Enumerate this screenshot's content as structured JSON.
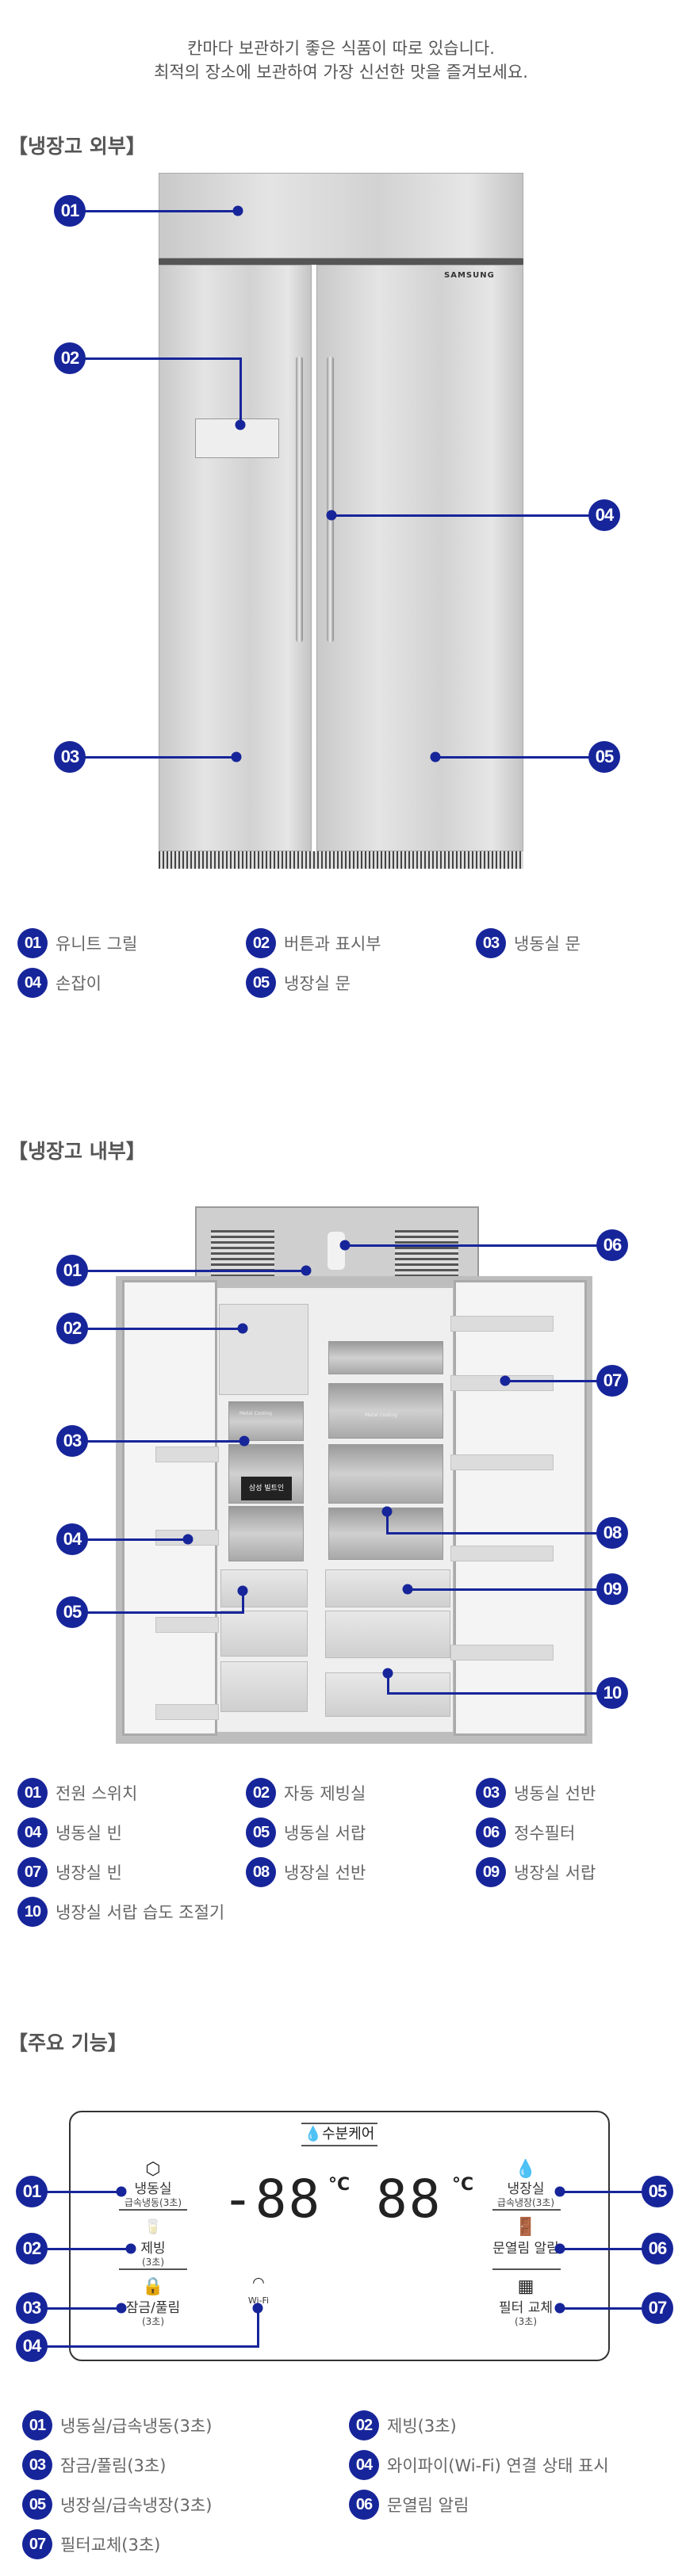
{
  "intro": {
    "line1": "칸마다 보관하기 좋은 식품이 따로 있습니다.",
    "line2": "최적의 장소에 보관하여 가장 신선한 맛을 즐겨보세요."
  },
  "exterior": {
    "title": "【냉장고 외부】",
    "brand": "SAMSUNG",
    "callouts": [
      "01",
      "02",
      "03",
      "04",
      "05"
    ],
    "legend": [
      {
        "num": "01",
        "label": "유니트 그릴"
      },
      {
        "num": "02",
        "label": "버튼과 표시부"
      },
      {
        "num": "03",
        "label": "냉동실 문"
      },
      {
        "num": "04",
        "label": "손잡이"
      },
      {
        "num": "05",
        "label": "냉장실 문"
      }
    ]
  },
  "interior": {
    "title": "【냉장고 내부】",
    "badge": "삼성 빌트인",
    "metal_label": "Metal Cooling",
    "callouts": [
      "01",
      "02",
      "03",
      "04",
      "05",
      "06",
      "07",
      "08",
      "09",
      "10"
    ],
    "legend": [
      {
        "num": "01",
        "label": "전원 스위치"
      },
      {
        "num": "02",
        "label": "자동 제빙실"
      },
      {
        "num": "03",
        "label": "냉동실 선반"
      },
      {
        "num": "04",
        "label": "냉동실 빈"
      },
      {
        "num": "05",
        "label": "냉동실 서랍"
      },
      {
        "num": "06",
        "label": "정수필터"
      },
      {
        "num": "07",
        "label": "냉장실 빈"
      },
      {
        "num": "08",
        "label": "냉장실 선반"
      },
      {
        "num": "09",
        "label": "냉장실 서랍"
      },
      {
        "num": "10",
        "label": "냉장실 서랍 습도 조절기"
      }
    ]
  },
  "features": {
    "title": "【주요 기능】",
    "panel": {
      "water_care": "수분케어",
      "freezer_temp": "-88",
      "fridge_temp": "88",
      "unit": "°C",
      "freezer": {
        "label": "냉동실",
        "sub": "급속냉동(3초)"
      },
      "ice": {
        "label": "제빙",
        "sub": "(3초)"
      },
      "lock": {
        "label": "잠금/풀림",
        "sub": "(3초)"
      },
      "wifi": {
        "label": "Wi-Fi"
      },
      "fridge": {
        "label": "냉장실",
        "sub": "급속냉장(3초)"
      },
      "door": {
        "label": "문열림 알림"
      },
      "filter": {
        "label": "필터 교체",
        "sub": "(3초)"
      }
    },
    "callouts": [
      "01",
      "02",
      "03",
      "04",
      "05",
      "06",
      "07"
    ],
    "legend": [
      {
        "num": "01",
        "label": "냉동실/급속냉동(3초)"
      },
      {
        "num": "02",
        "label": "제빙(3초)"
      },
      {
        "num": "03",
        "label": "잠금/풀림(3초)"
      },
      {
        "num": "04",
        "label": "와이파이(Wi-Fi) 연결 상태 표시"
      },
      {
        "num": "05",
        "label": "냉장실/급속냉장(3초)"
      },
      {
        "num": "06",
        "label": "문열림 알림"
      },
      {
        "num": "07",
        "label": "필터교체(3초)"
      }
    ]
  },
  "colors": {
    "accent": "#17259a",
    "text": "#555555"
  }
}
